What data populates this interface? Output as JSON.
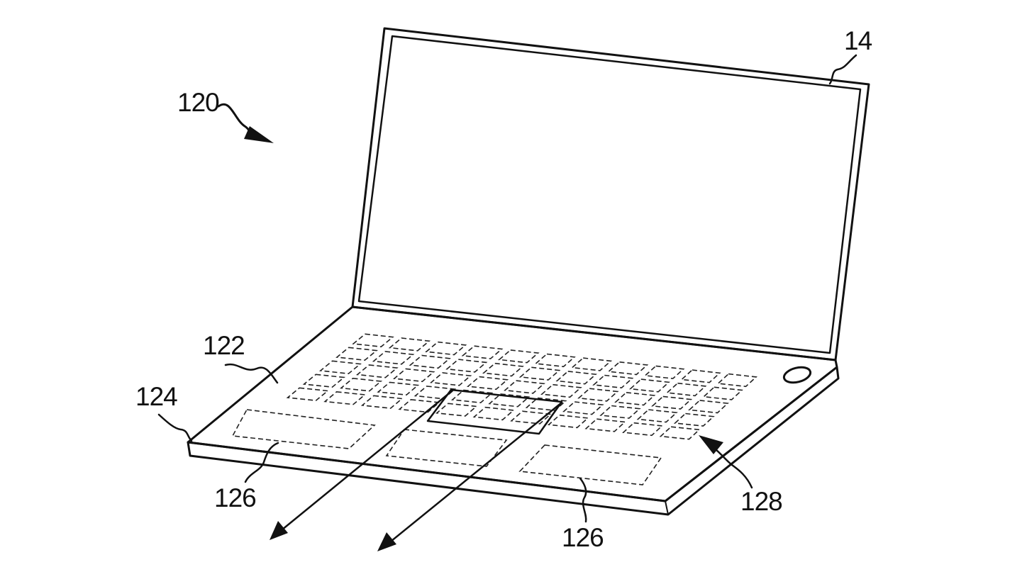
{
  "figure": {
    "labels": {
      "system": "120",
      "display": "14",
      "base_surface": "122",
      "base_edge": "124",
      "regions_left": "126",
      "regions_right": "126",
      "keyboard": "128"
    },
    "colors": {
      "ink": "#111111",
      "background": "#ffffff"
    }
  }
}
